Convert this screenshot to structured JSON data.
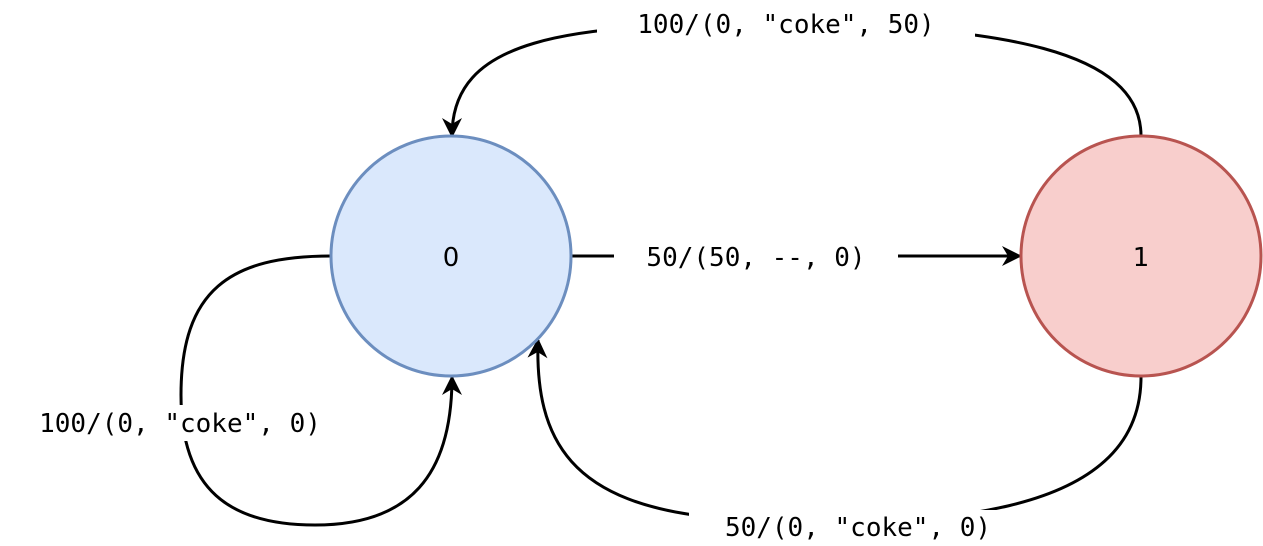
{
  "states": [
    {
      "id": "s0",
      "label": "0",
      "fill": "#dae8fc",
      "stroke": "#6c8ebf"
    },
    {
      "id": "s1",
      "label": "1",
      "fill": "#f8cecc",
      "stroke": "#b85450"
    }
  ],
  "transitions": [
    {
      "id": "t0-1",
      "label": "50/(50, --, 0)"
    },
    {
      "id": "t1-0-top",
      "label": "100/(0, \"coke\", 50)"
    },
    {
      "id": "t1-0-bottom",
      "label": "50/(0, \"coke\", 0)"
    },
    {
      "id": "t0-0-self",
      "label": "100/(0, \"coke\", 0)"
    }
  ]
}
